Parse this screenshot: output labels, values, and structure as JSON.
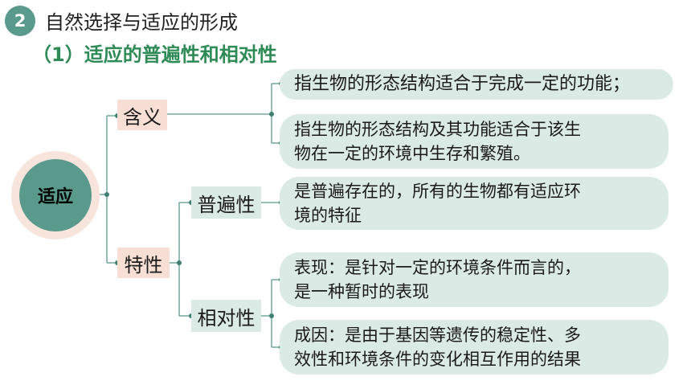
{
  "section": {
    "number": "2",
    "title": "自然选择与适应的形成",
    "subtitle": "（1）适应的普遍性和相对性"
  },
  "diagram": {
    "root": "适应",
    "branches": {
      "meaning": {
        "label": "含义",
        "items": [
          "指生物的形态结构适合于完成一定的功能；",
          "指生物的形态结构及其功能适合于该生\n物在一定的环境中生存和繁殖。"
        ]
      },
      "feature": {
        "label": "特性",
        "universal": {
          "label": "普遍性",
          "text": "是普遍存在的，所有的生物都有适应环\n境的特征"
        },
        "relative": {
          "label": "相对性",
          "items": [
            "表现：是针对一定的环境条件而言的，\n是一种暂时的表现",
            "成因：是由于基因等遗传的稳定性、多\n效性和环境条件的变化相互作用的结果"
          ]
        }
      }
    }
  },
  "colors": {
    "accent_teal": "#5a9a8c",
    "subtitle_green": "#2e8b57",
    "pink_fill": "#f7dfd5",
    "teal_fill": "#dceae6"
  }
}
